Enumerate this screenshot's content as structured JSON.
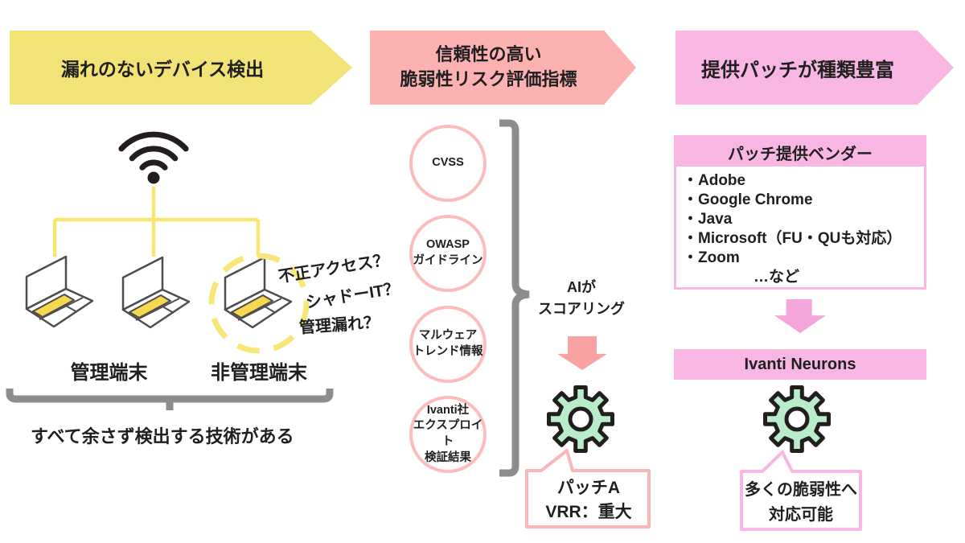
{
  "left": {
    "banner": "漏れのないデバイス検出",
    "managed_label": "管理端末",
    "unmanaged_label": "非管理端末",
    "callout_1": "不正アクセス？",
    "callout_2": "シャドーIT？",
    "callout_3": "管理漏れ？",
    "caption": "すべて余さず検出する技術がある"
  },
  "middle": {
    "banner": "信頼性の高い\n脆弱性リスク評価指標",
    "circles": [
      "CVSS",
      "OWASP\nガイドライン",
      "マルウェア\nトレンド情報",
      "Ivanti社\nエクスプロイト\n検証結果"
    ],
    "ai_label": "AIが\nスコアリング",
    "bubble": "パッチA\nVRR：重大"
  },
  "right": {
    "banner": "提供パッチが種類豊富",
    "vendor_header": "パッチ提供ベンダー",
    "vendor_items": [
      "・Adobe",
      "・Google Chrome",
      "・Java",
      "・Microsoft（FU・QUも対応）",
      "・Zoom"
    ],
    "vendor_more": "…など",
    "neurons_label": "Ivanti Neurons",
    "bubble": "多くの脆弱性へ\n対応可能"
  },
  "icons": [
    "wifi-icon",
    "laptop-icon",
    "gear-icon",
    "down-arrow-icon",
    "brace-icon",
    "underbrace-icon"
  ],
  "colors": {
    "yellow_banner": "#f2e377",
    "yellow_lines": "#f7e76e",
    "laptop_pad_yellow": "#f6d84f",
    "salmon_banner": "#fdb2b2",
    "salmon_circle_border": "#fbbcbc",
    "salmon_arrow": "#f8a2a2",
    "pink_banner": "#f8b7e2",
    "pink_arrow": "#f4a6da",
    "gear_green": "#b9edca",
    "brace_gray": "#8d8d8d",
    "text": "#1f1f1f"
  }
}
